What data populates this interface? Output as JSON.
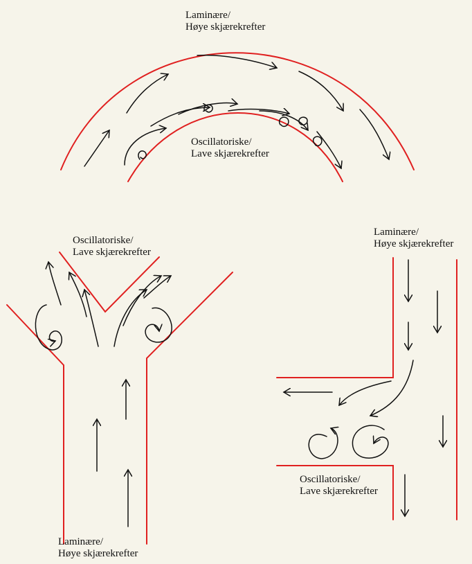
{
  "colors": {
    "background": "#f6f4ea",
    "wall": "#e02020",
    "flow": "#111111"
  },
  "arch": {
    "top_label": {
      "line1": "Laminære/",
      "line2": "Høye skjærekrefter"
    },
    "inner_label": {
      "line1": "Oscillatoriske/",
      "line2": "Lave skjærekrefter"
    }
  },
  "bifurcation": {
    "top_label": {
      "line1": "Oscillatoriske/",
      "line2": "Lave skjærekrefter"
    },
    "bottom_label": {
      "line1": "Laminære/",
      "line2": "Høye skjærekrefter"
    }
  },
  "branch": {
    "top_label": {
      "line1": "Laminære/",
      "line2": "Høye skjærekrefter"
    },
    "bottom_label": {
      "line1": "Oscillatoriske/",
      "line2": "Lave skjærekrefter"
    }
  }
}
